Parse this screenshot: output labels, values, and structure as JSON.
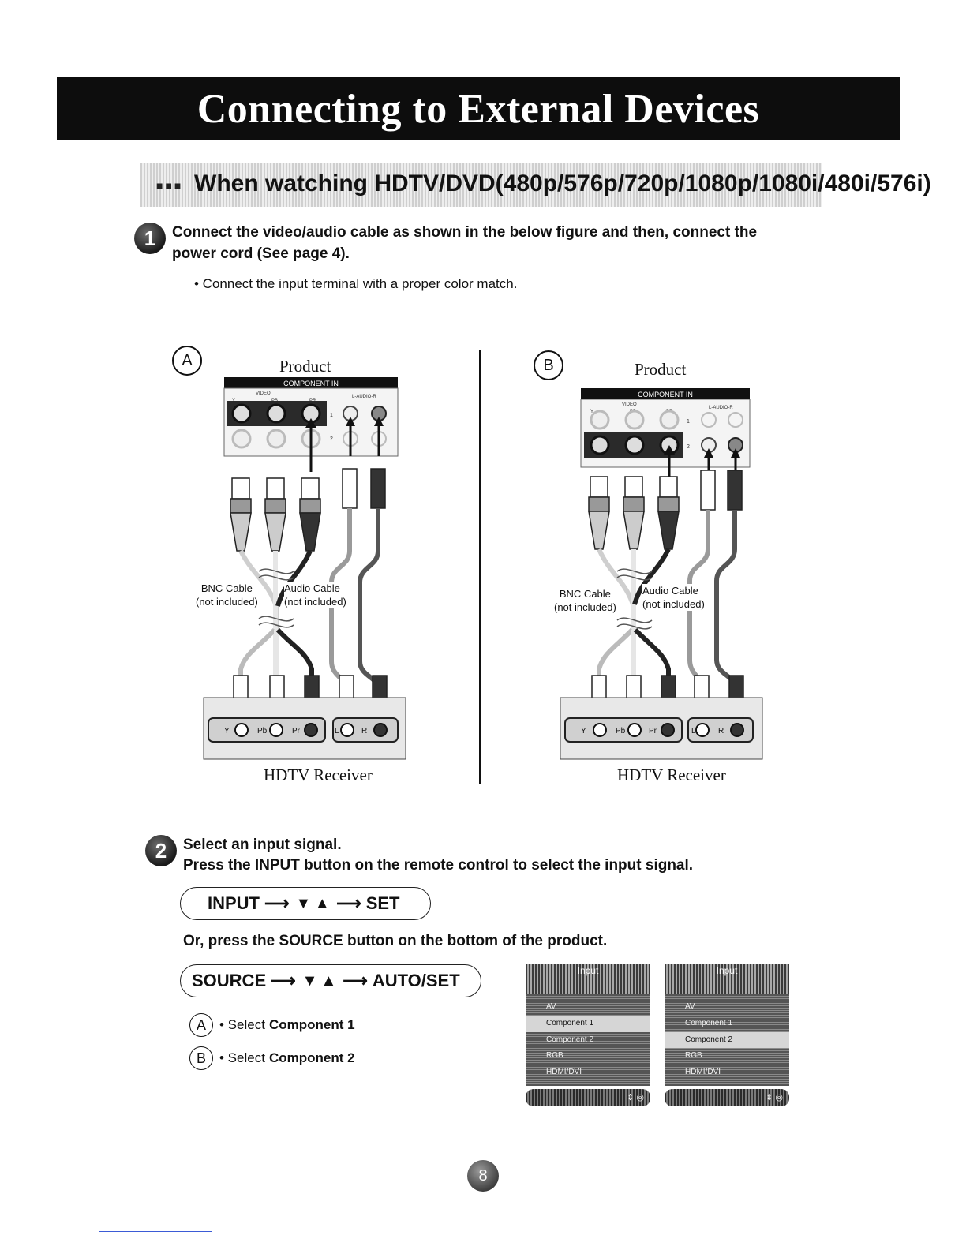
{
  "title": "Connecting to External Devices",
  "section": {
    "heading": "When watching HDTV/DVD(480p/576p/720p/1080p/1080i/480i/576i)"
  },
  "step1": {
    "number": "1",
    "line1": "Connect the video/audio cable as shown in the below figure and then, connect the",
    "line2": "power cord (See page 4).",
    "bullet": "• Connect the input terminal with a proper color match."
  },
  "diagram": {
    "panel_a": {
      "letter": "A",
      "product_label": "Product",
      "panel_title": "COMPONENT IN",
      "video_label": "VIDEO",
      "audio_label": "L-AUDIO-R",
      "port_y": "Y",
      "port_pb": "PB",
      "port_pr": "PR",
      "row1": "1",
      "row2": "2",
      "bnc_line1": "BNC Cable",
      "bnc_line2": "(not included)",
      "audio_line1": "Audio Cable",
      "audio_line2": "(not included)",
      "receiver_label": "HDTV Receiver",
      "receiver_ports": [
        "Y",
        "Pb",
        "Pr",
        "L",
        "R"
      ]
    },
    "panel_b": {
      "letter": "B",
      "product_label": "Product",
      "panel_title": "COMPONENT IN",
      "video_label": "VIDEO",
      "audio_label": "L-AUDIO-R",
      "port_y": "Y",
      "port_pb": "PB",
      "port_pr": "PR",
      "row1": "1",
      "row2": "2",
      "bnc_line1": "BNC Cable",
      "bnc_line2": "(not included)",
      "audio_line1": "Audio Cable",
      "audio_line2": "(not included)",
      "receiver_label": "HDTV Receiver",
      "receiver_ports": [
        "Y",
        "Pb",
        "Pr",
        "L",
        "R"
      ]
    }
  },
  "step2": {
    "number": "2",
    "line1": "Select an input signal.",
    "line2": "Press the INPUT button on the remote control to select the input signal.",
    "pill_input": {
      "start": "INPUT",
      "end": "SET"
    },
    "or_line": "Or, press the SOURCE button on the bottom of the product.",
    "pill_source": {
      "start": "SOURCE",
      "end": "AUTO/SET"
    },
    "select_a": {
      "letter": "A",
      "prefix": "• Select",
      "target": "Component 1"
    },
    "select_b": {
      "letter": "B",
      "prefix": "• Select",
      "target": "Component 2"
    }
  },
  "osd_a": {
    "title": "Input",
    "items": [
      "AV",
      "Component 1",
      "Component 2",
      "RGB",
      "HDMI/DVI"
    ],
    "selected": "Component 1",
    "footer": "⇕ ◎"
  },
  "osd_b": {
    "title": "Input",
    "items": [
      "AV",
      "Component 1",
      "Component 2",
      "RGB",
      "HDMI/DVI"
    ],
    "selected": "Component 2",
    "footer": "⇕ ◎"
  },
  "page_number": "8",
  "colors": {
    "banner": "#0d0d0d",
    "accent_rule": "#3b5bd6"
  }
}
